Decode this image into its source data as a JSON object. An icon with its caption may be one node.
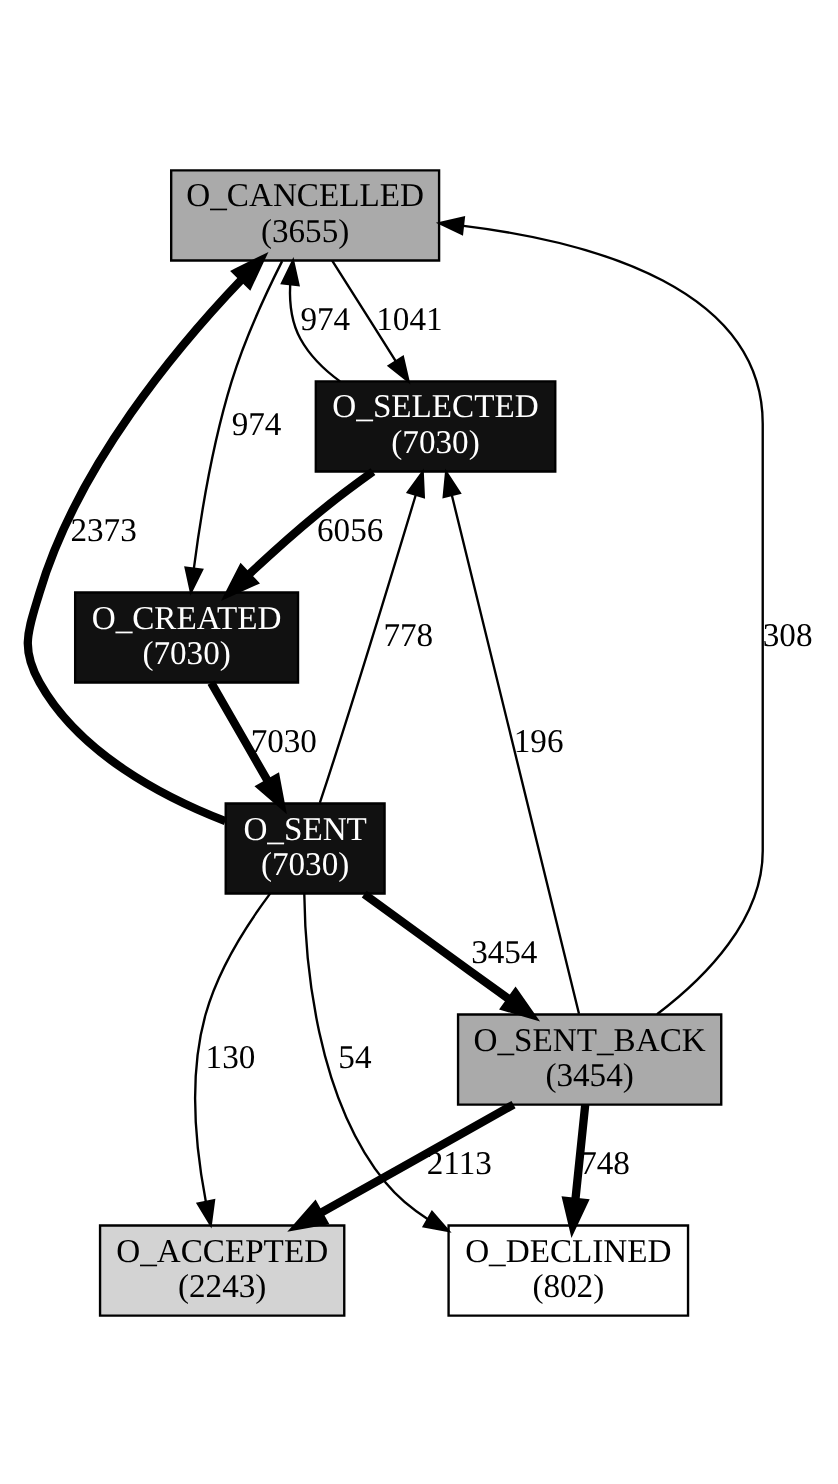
{
  "diagram": {
    "nodes": [
      {
        "text": [
          "O_CANCELLED",
          "(3655)"
        ]
      },
      {
        "text": [
          "O_SELECTED",
          "(7030)"
        ]
      },
      {
        "text": [
          "O_CREATED",
          "(7030)"
        ]
      },
      {
        "text": [
          "O_SENT",
          "(7030)"
        ]
      },
      {
        "text": [
          "O_SENT_BACK",
          "(3454)"
        ]
      },
      {
        "text": [
          "O_ACCEPTED",
          "(2243)"
        ]
      },
      {
        "text": [
          "O_DECLINED",
          "(802)"
        ]
      }
    ],
    "edges": [
      {
        "from": 1,
        "to": 0,
        "arrow": "to",
        "label": "974"
      },
      {
        "from": 0,
        "to": 1,
        "arrow": "to",
        "label": "1041"
      },
      {
        "from": 0,
        "to": 2,
        "arrow": "to",
        "label": "974"
      },
      {
        "from": 1,
        "to": 2,
        "arrow": "to",
        "label": "6056",
        "style": "thick"
      },
      {
        "from": 3,
        "to": 0,
        "arrow": "to",
        "label": "2373",
        "style": "thick"
      },
      {
        "from": 2,
        "to": 3,
        "arrow": "to",
        "label": "7030",
        "style": "thick"
      },
      {
        "from": 3,
        "to": 1,
        "arrow": "to",
        "label": "778"
      },
      {
        "from": 4,
        "to": 1,
        "arrow": "to",
        "label": "196"
      },
      {
        "from": 4,
        "to": 0,
        "arrow": "to",
        "label": "308"
      },
      {
        "from": 3,
        "to": 4,
        "arrow": "to",
        "label": "3454",
        "style": "thick"
      },
      {
        "from": 3,
        "to": 5,
        "arrow": "to",
        "label": "130"
      },
      {
        "from": 3,
        "to": 6,
        "arrow": "to",
        "label": "54"
      },
      {
        "from": 4,
        "to": 5,
        "arrow": "to",
        "label": "2113",
        "style": "thick"
      },
      {
        "from": 4,
        "to": 6,
        "arrow": "to",
        "label": "748",
        "style": "thick"
      }
    ]
  }
}
